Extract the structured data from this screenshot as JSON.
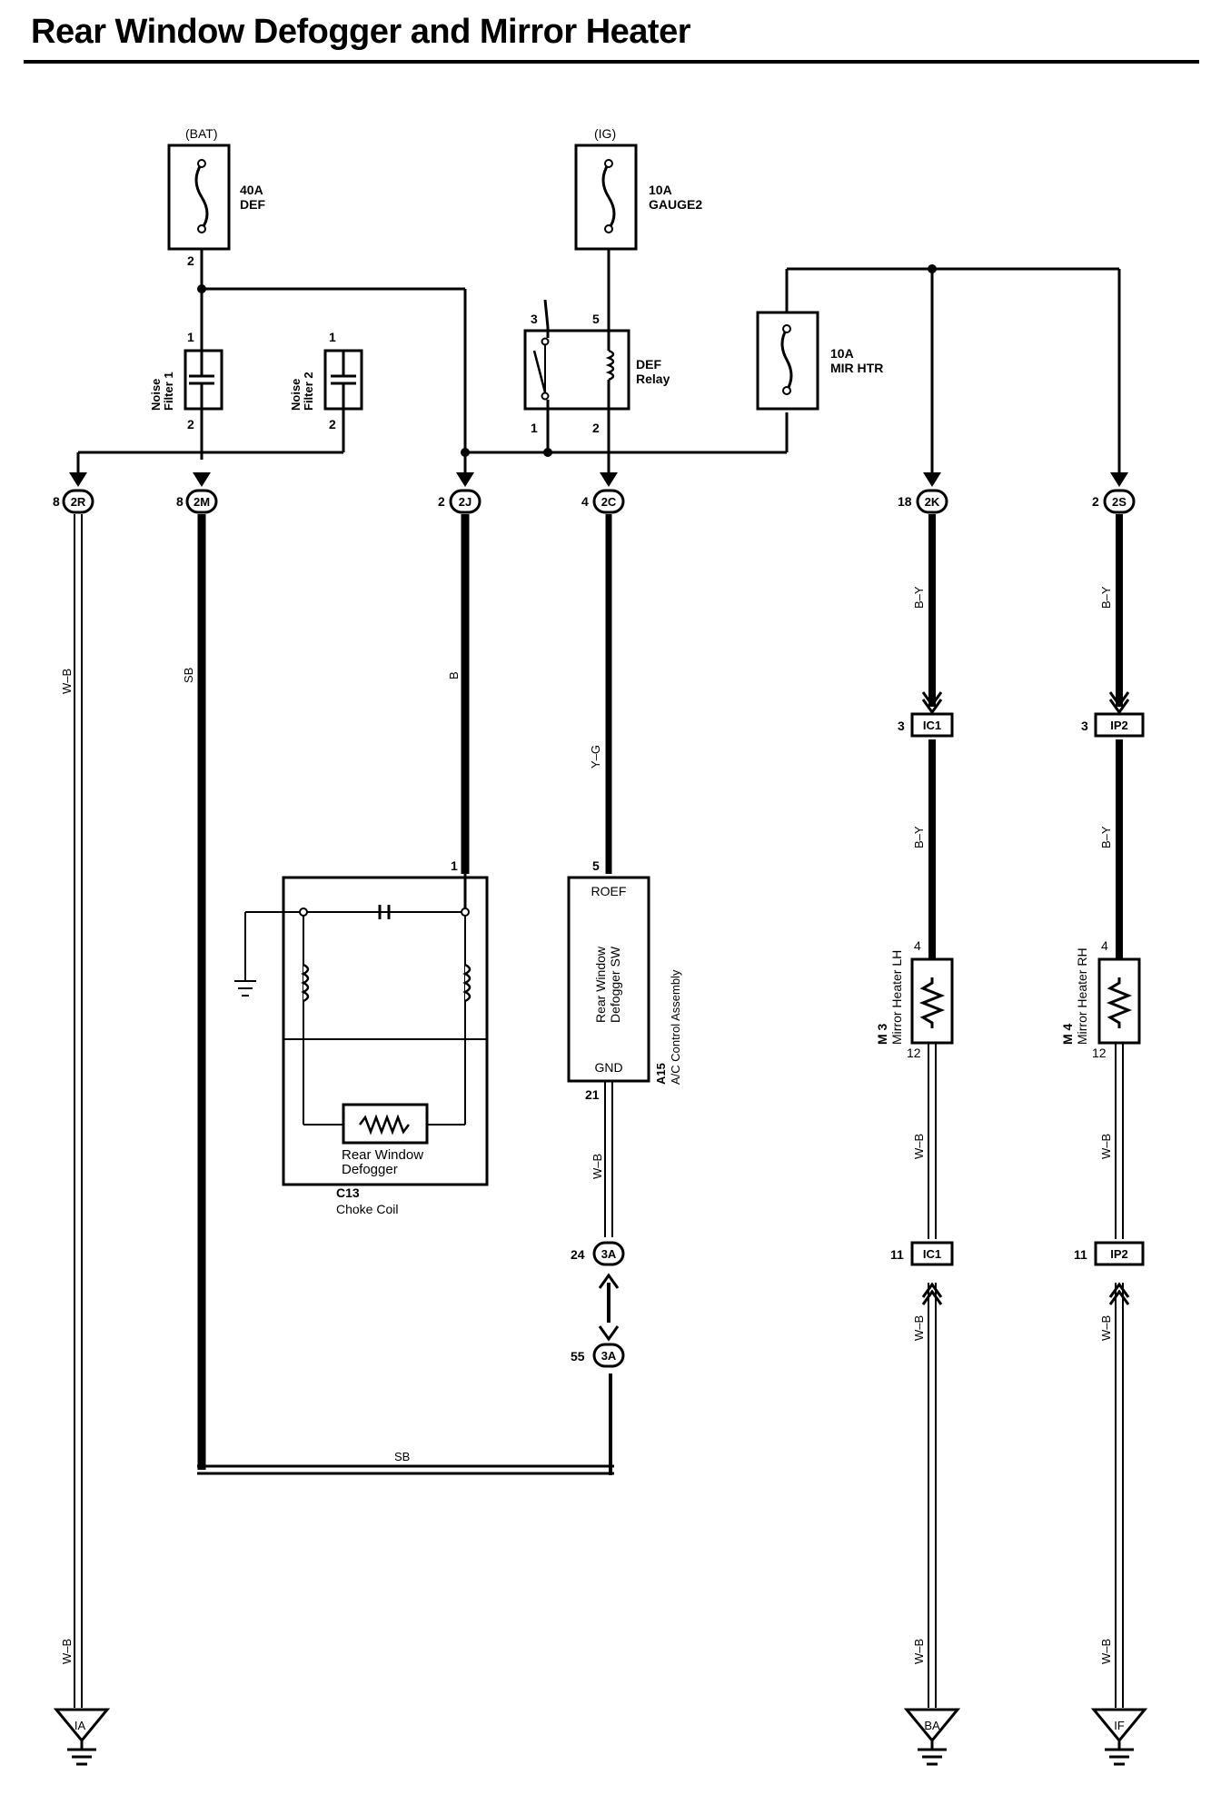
{
  "title": "Rear Window Defogger and Mirror Heater",
  "power": {
    "bat": "(BAT)",
    "ig": "(IG)"
  },
  "fuses": {
    "def": {
      "line1": "40A",
      "line2": "DEF"
    },
    "gauge": {
      "line1": "10A",
      "line2": "GAUGE2"
    },
    "mir": {
      "line1": "10A",
      "line2": "MIR HTR"
    }
  },
  "filters": {
    "nf1": {
      "line1": "Noise",
      "line2": "Filter 1"
    },
    "nf2": {
      "line1": "Noise",
      "line2": "Filter 2"
    }
  },
  "relay": {
    "line1": "DEF",
    "line2": "Relay"
  },
  "pins": {
    "fuse_def": "2",
    "nf1_top": "1",
    "nf1_bot": "2",
    "nf2_top": "1",
    "nf2_bot": "2",
    "relay_3": "3",
    "relay_5": "5",
    "relay_1": "1",
    "relay_2": "2",
    "j2r": "8",
    "j2m": "8",
    "j2j": "2",
    "j2c": "4",
    "j2k": "18",
    "j2s": "2",
    "ic1_top": "3",
    "ip2_top": "3",
    "m3_top": "4",
    "m4_top": "4",
    "m3_bot": "12",
    "m4_bot": "12",
    "ic1_bot": "11",
    "ip2_bot": "11",
    "choke": "1",
    "a15_top": "5",
    "a15_bot": "21",
    "j3a_top": "24",
    "j3a_bot": "55"
  },
  "connectors": {
    "j2r": "2R",
    "j2m": "2M",
    "j2j": "2J",
    "j2c": "2C",
    "j2k": "2K",
    "j2s": "2S",
    "j3a_top": "3A",
    "j3a_bot": "3A",
    "ic1_top": "IC1",
    "ic1_bot": "IC1",
    "ip2_top": "IP2",
    "ip2_bot": "IP2"
  },
  "wires": {
    "w_2r": "W–B",
    "w_sb": "SB",
    "w_b": "B",
    "w_yg": "Y–G",
    "w_2k_1": "B–Y",
    "w_2k_2": "B–Y",
    "w_2s_1": "B–Y",
    "w_2s_2": "B–Y",
    "w_a15": "W–B",
    "w_sb_bottom": "SB",
    "w_m3_1": "W–B",
    "w_m3_2": "W–B",
    "w_m3_3": "W–B",
    "w_m4_1": "W–B",
    "w_m4_2": "W–B",
    "w_m4_3": "W–B",
    "w_ia": "W–B"
  },
  "a15": {
    "roef": "ROEF",
    "gnd": "GND",
    "sw_line1": "Rear Window",
    "sw_line2": "Defogger SW",
    "code": "A15",
    "name": "A/C Control Assembly"
  },
  "c13": {
    "defogger_line1": "Rear Window",
    "defogger_line2": "Defogger",
    "code": "C13",
    "name": "Choke Coil"
  },
  "mirrors": {
    "m3": {
      "code": "M 3",
      "name": "Mirror Heater LH"
    },
    "m4": {
      "code": "M 4",
      "name": "Mirror Heater RH"
    }
  },
  "grounds": {
    "ia": "IA",
    "ba": "BA",
    "if": "IF"
  }
}
